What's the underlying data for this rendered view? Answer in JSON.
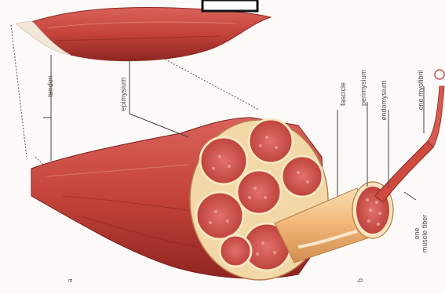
{
  "labels": {
    "tendon": "tendon",
    "epimysium": "epimysium",
    "fascicle": "fascicle",
    "perimysium": "perimysium",
    "endomysium": "endomysium",
    "one_myofibril": "one myofibril",
    "one_muscle_fiber": "one muscle fiber"
  },
  "panels": {
    "a": "a",
    "b": "b"
  },
  "colors": {
    "muscle": "#c8453b",
    "muscle_dark": "#9d2a24",
    "sheath": "#f0c98c",
    "background": "#fbfaf8"
  }
}
